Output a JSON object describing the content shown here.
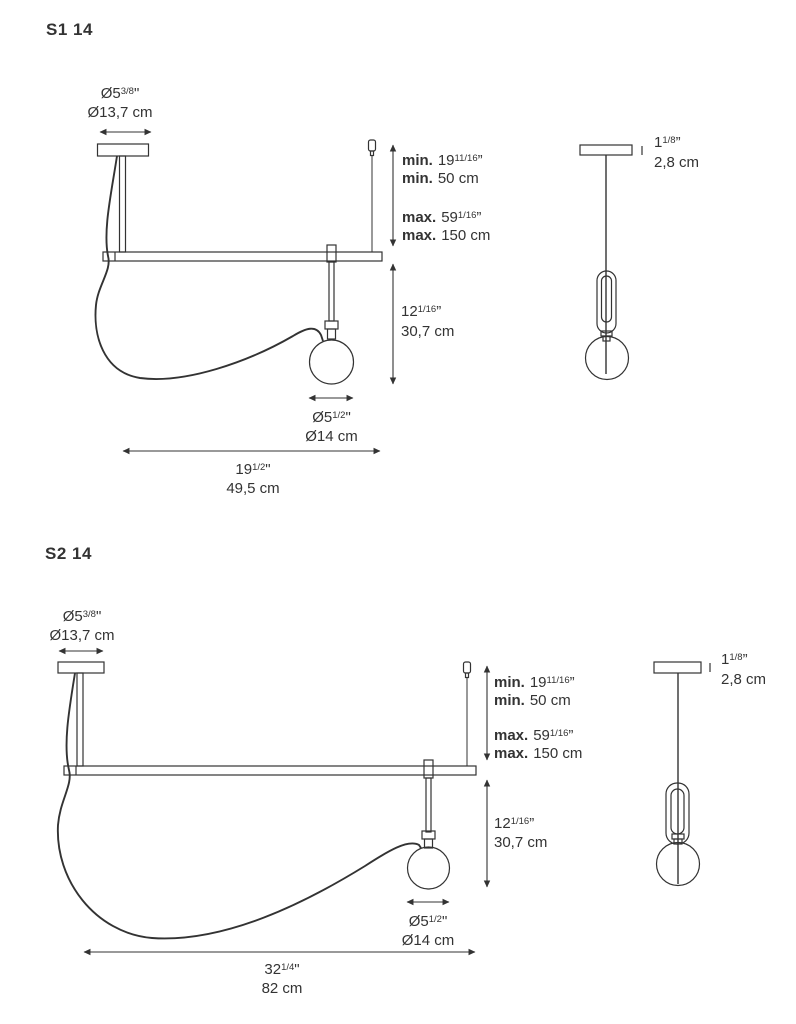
{
  "page": {
    "background": "#ffffff",
    "line_color": "#333333",
    "text_color": "#333333"
  },
  "s1": {
    "title": "S1 14",
    "canopy_diameter": {
      "inch_main": "Ø5",
      "inch_frac": "3/8",
      "inch_unit": "\"",
      "cm": "Ø13,7 cm"
    },
    "suspension": {
      "min_inch": {
        "prefix": "min.",
        "value": "19",
        "frac": "11/16",
        "unit": "”"
      },
      "min_cm": {
        "prefix": "min.",
        "value": "50 cm"
      },
      "max_inch": {
        "prefix": "max.",
        "value": "59",
        "frac": "1/16",
        "unit": "”"
      },
      "max_cm": {
        "prefix": "max.",
        "value": "150 cm"
      }
    },
    "drop_height": {
      "inch_main": "12",
      "inch_frac": "1/16",
      "inch_unit": "”",
      "cm": "30,7 cm"
    },
    "sphere_diameter": {
      "inch_main": "Ø5",
      "inch_frac": "1/2",
      "inch_unit": "\"",
      "cm": "Ø14 cm"
    },
    "overall_width": {
      "inch_main": "19",
      "inch_frac": "1/2",
      "inch_unit": "\"",
      "cm": "49,5  cm"
    },
    "canopy_height": {
      "inch_main": "1",
      "inch_frac": "1/8",
      "inch_unit": "”",
      "cm": "2,8 cm"
    }
  },
  "s2": {
    "title": "S2 14",
    "canopy_diameter": {
      "inch_main": "Ø5",
      "inch_frac": "3/8",
      "inch_unit": "\"",
      "cm": "Ø13,7 cm"
    },
    "suspension": {
      "min_inch": {
        "prefix": "min.",
        "value": "19",
        "frac": "11/16",
        "unit": "”"
      },
      "min_cm": {
        "prefix": "min.",
        "value": "50 cm"
      },
      "max_inch": {
        "prefix": "max.",
        "value": "59",
        "frac": "1/16",
        "unit": "”"
      },
      "max_cm": {
        "prefix": "max.",
        "value": "150 cm"
      }
    },
    "drop_height": {
      "inch_main": "12",
      "inch_frac": "1/16",
      "inch_unit": "”",
      "cm": "30,7 cm"
    },
    "sphere_diameter": {
      "inch_main": "Ø5",
      "inch_frac": "1/2",
      "inch_unit": "\"",
      "cm": "Ø14 cm"
    },
    "overall_width": {
      "inch_main": "32",
      "inch_frac": "1/4",
      "inch_unit": "\"",
      "cm": "82 cm"
    },
    "canopy_height": {
      "inch_main": "1",
      "inch_frac": "1/8",
      "inch_unit": "”",
      "cm": "2,8 cm"
    }
  }
}
